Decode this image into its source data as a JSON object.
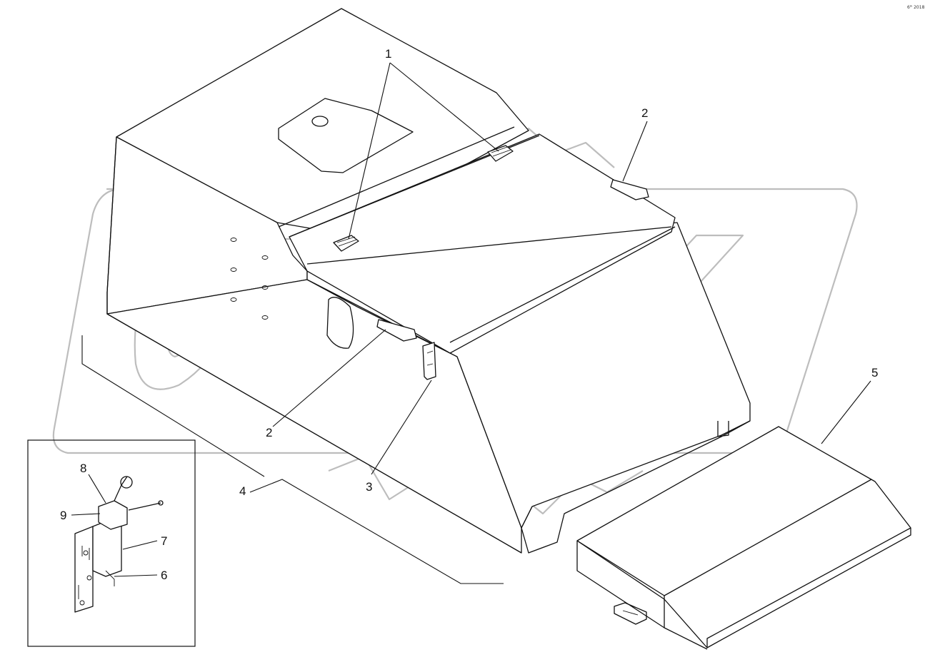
{
  "corner_text": "6ᴾᴵ 2018",
  "watermark": {
    "text": "OPEX",
    "color": "#bdbdbd"
  },
  "callouts": {
    "c1": "1",
    "c2_top": "2",
    "c2_bottom": "2",
    "c3": "3",
    "c4": "4",
    "c5": "5",
    "c6": "6",
    "c7": "7",
    "c8": "8",
    "c9": "9"
  },
  "colors": {
    "line": "#111111",
    "background": "#ffffff"
  }
}
